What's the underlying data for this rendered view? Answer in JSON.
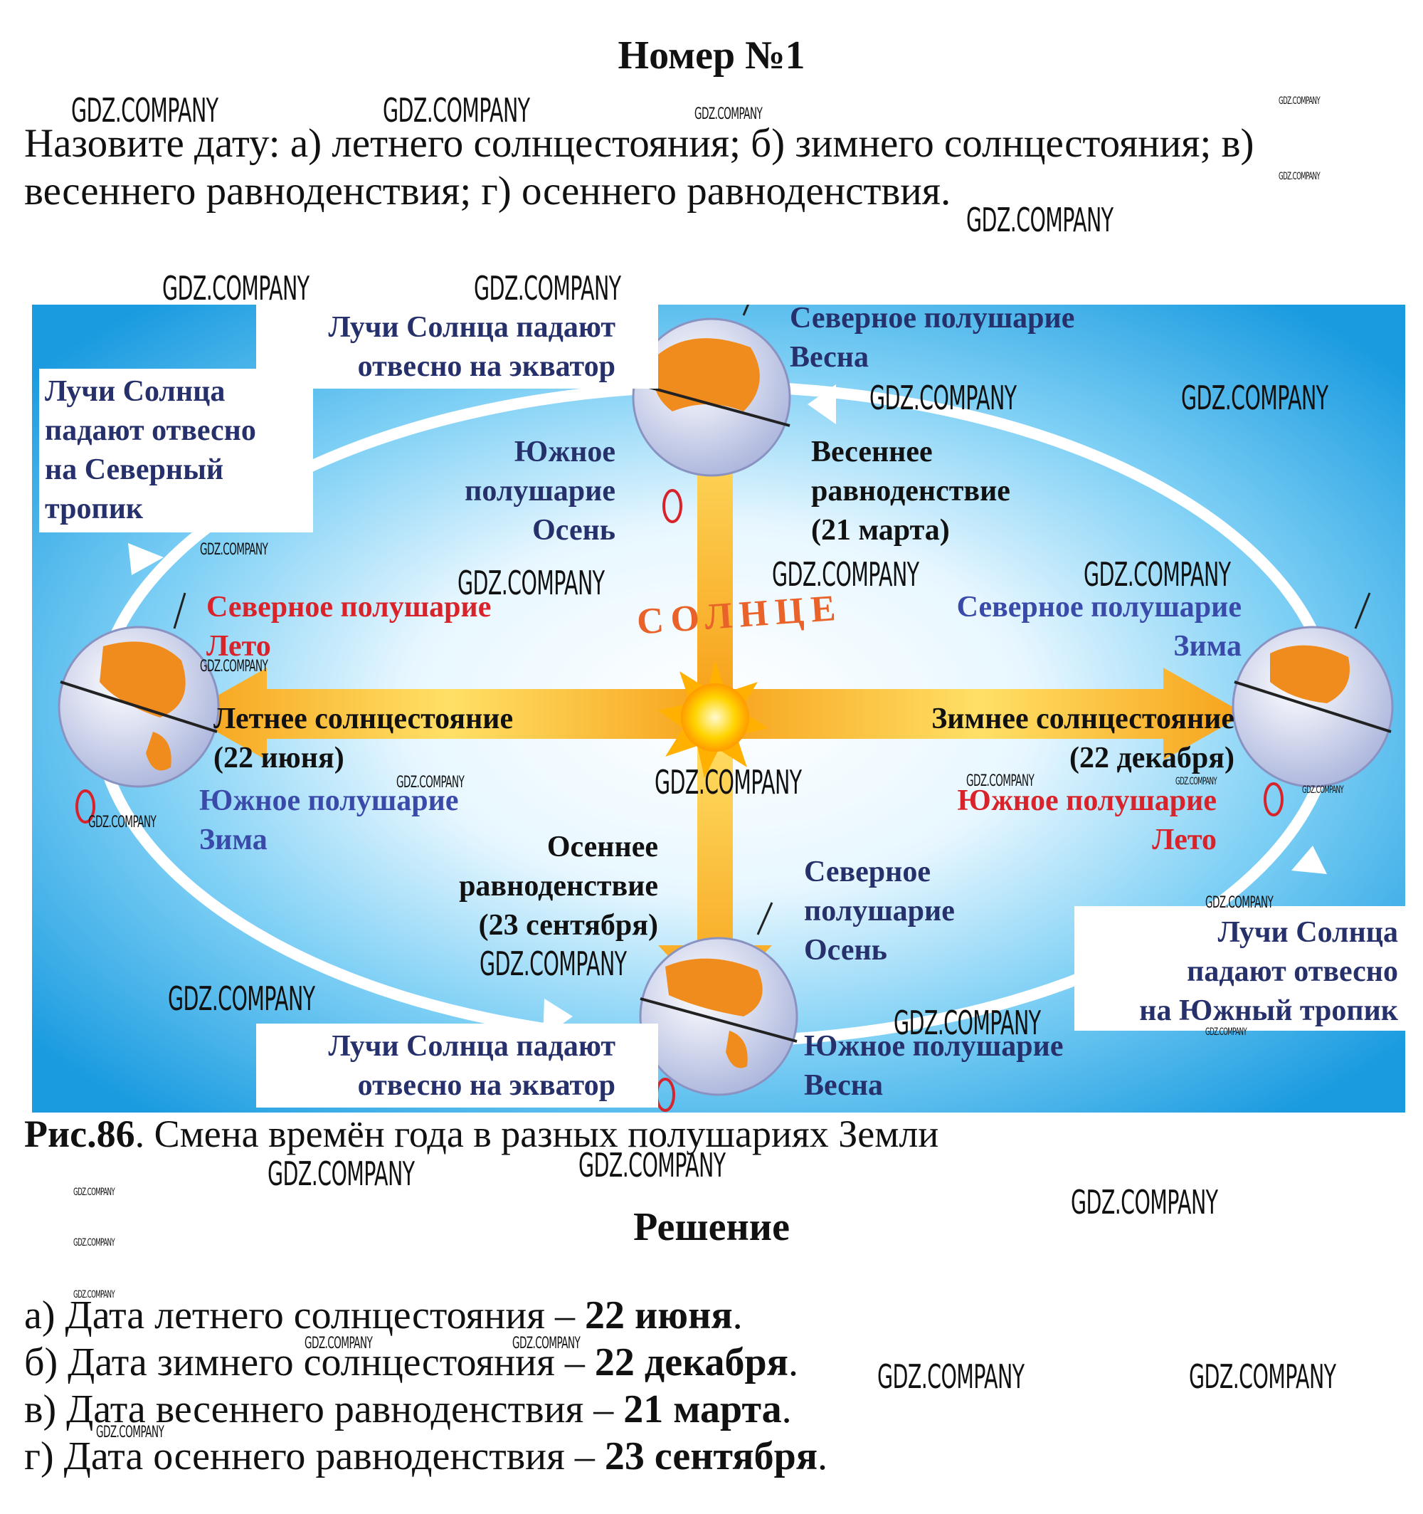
{
  "header": {
    "title": "Номер №1"
  },
  "task": {
    "line1": "Назовите дату: а) летнего солнцестояния; б) зимнего солнцестояния; в)",
    "line2": "весеннего равноденствия; г) осеннего равноденствия."
  },
  "figure": {
    "sun_label": "СОЛНЦЕ",
    "colors": {
      "background": "#1a9be0",
      "orbit": "#ffffff",
      "sun": "#ffd400",
      "ray": "#f9b233",
      "land": "#f08c1e",
      "ocean": "#c3b9ea"
    },
    "top": {
      "rays": [
        "Лучи Солнца падают",
        "отвесно на экватор"
      ],
      "north": [
        "Северное полушарие",
        "Весна"
      ],
      "south": [
        "Южное",
        "полушарие",
        "Осень"
      ],
      "event": [
        "Весеннее",
        "равноденствие",
        "(21 марта)"
      ]
    },
    "left": {
      "rays": [
        "Лучи Солнца",
        "падают отвесно",
        "на Северный",
        "тропик"
      ],
      "north": [
        "Северное полушарие",
        "Лето"
      ],
      "event": [
        "Летнее солнцестояние",
        "(22 июня)"
      ],
      "south": [
        "Южное полушарие",
        "Зима"
      ]
    },
    "right": {
      "north": [
        "Северное полушарие",
        "Зима"
      ],
      "event": [
        "Зимнее солнцестояние",
        "(22 декабря)"
      ],
      "south": [
        "Южное полушарие",
        "Лето"
      ],
      "rays": [
        "Лучи Солнца",
        "падают отвесно",
        "на Южный тропик"
      ]
    },
    "bottom": {
      "event": [
        "Осеннее",
        "равноденствие",
        "(23 сентября)"
      ],
      "north": [
        "Северное",
        "полушарие",
        "Осень"
      ],
      "south": [
        "Южное полушарие",
        "Весна"
      ],
      "rays": [
        "Лучи Солнца падают",
        "отвесно на экватор"
      ]
    }
  },
  "caption": {
    "bold": "Рис.86",
    "text": ". Смена времён года в разных полушариях Земли"
  },
  "solution": {
    "title": "Решение"
  },
  "answers": [
    {
      "prefix": "а) Дата летнего солнцестояния – ",
      "date": "22 июня",
      "suffix": "."
    },
    {
      "prefix": "б) Дата зимнего солнцестояния – ",
      "date": "22 декабря",
      "suffix": "."
    },
    {
      "prefix": "в) Дата весеннего равноденствия – ",
      "date": "21 марта",
      "suffix": "."
    },
    {
      "prefix": "г) Дата осеннего равноденствия – ",
      "date": "23 сентября",
      "suffix": "."
    }
  ],
  "watermark": "GDZ.COMPANY"
}
